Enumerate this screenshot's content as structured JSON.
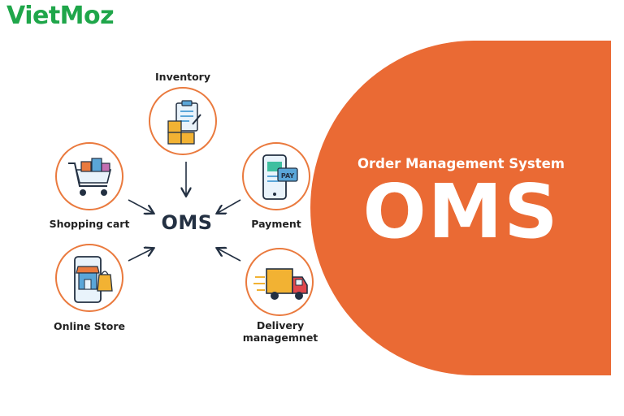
{
  "brand": {
    "logo_text": "VietMoz",
    "logo_color": "#1fa64a"
  },
  "panel": {
    "subtitle": "Order Management System",
    "title": "OMS",
    "color": "#ea6a34"
  },
  "diagram": {
    "center_label": "OMS",
    "nodes": [
      {
        "id": "inventory",
        "label": "Inventory",
        "icon": "inventory-clipboard-boxes-icon"
      },
      {
        "id": "shopping-cart",
        "label": "Shopping cart",
        "icon": "shopping-cart-icon"
      },
      {
        "id": "payment",
        "label": "Payment",
        "icon": "phone-payment-icon"
      },
      {
        "id": "online-store",
        "label": "Online Store",
        "icon": "mobile-store-icon"
      },
      {
        "id": "delivery",
        "label_line1": "Delivery",
        "label_line2": "managemnet",
        "icon": "delivery-truck-icon"
      }
    ],
    "accent_color": "#ea7a3e",
    "text_color": "#233042"
  }
}
